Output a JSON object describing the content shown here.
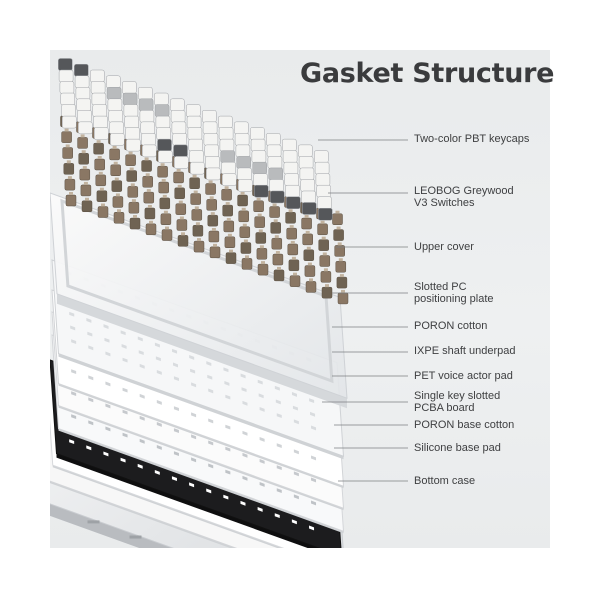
{
  "title": "Gasket Structure",
  "labels": [
    {
      "id": "keycaps",
      "lines": [
        "Two-color PBT keycaps"
      ]
    },
    {
      "id": "switches",
      "lines": [
        "LEOBOG Greywood",
        "V3 Switches"
      ]
    },
    {
      "id": "upper-cover",
      "lines": [
        "Upper cover"
      ]
    },
    {
      "id": "pc-plate",
      "lines": [
        "Slotted PC",
        "positioning plate"
      ]
    },
    {
      "id": "poron-cotton",
      "lines": [
        "PORON cotton"
      ]
    },
    {
      "id": "ixpe-underpad",
      "lines": [
        "IXPE shaft underpad"
      ]
    },
    {
      "id": "pet-pad",
      "lines": [
        "PET voice actor pad"
      ]
    },
    {
      "id": "pcba-board",
      "lines": [
        "Single key slotted",
        "PCBA board"
      ]
    },
    {
      "id": "poron-base",
      "lines": [
        "PORON base cotton"
      ]
    },
    {
      "id": "silicone-pad",
      "lines": [
        "Silicone base pad"
      ]
    },
    {
      "id": "bottom-case",
      "lines": [
        "Bottom case"
      ]
    }
  ],
  "colors": {
    "background": "#eceeef",
    "keycap_white": "#f4f4f2",
    "keycap_grey": "#b9bbbd",
    "keycap_dark": "#55575a",
    "switch_brown": "#8a7764",
    "pcb_black": "#1c1c1e",
    "leader_line": "#7d7f82",
    "title": "#3a3b3d"
  }
}
